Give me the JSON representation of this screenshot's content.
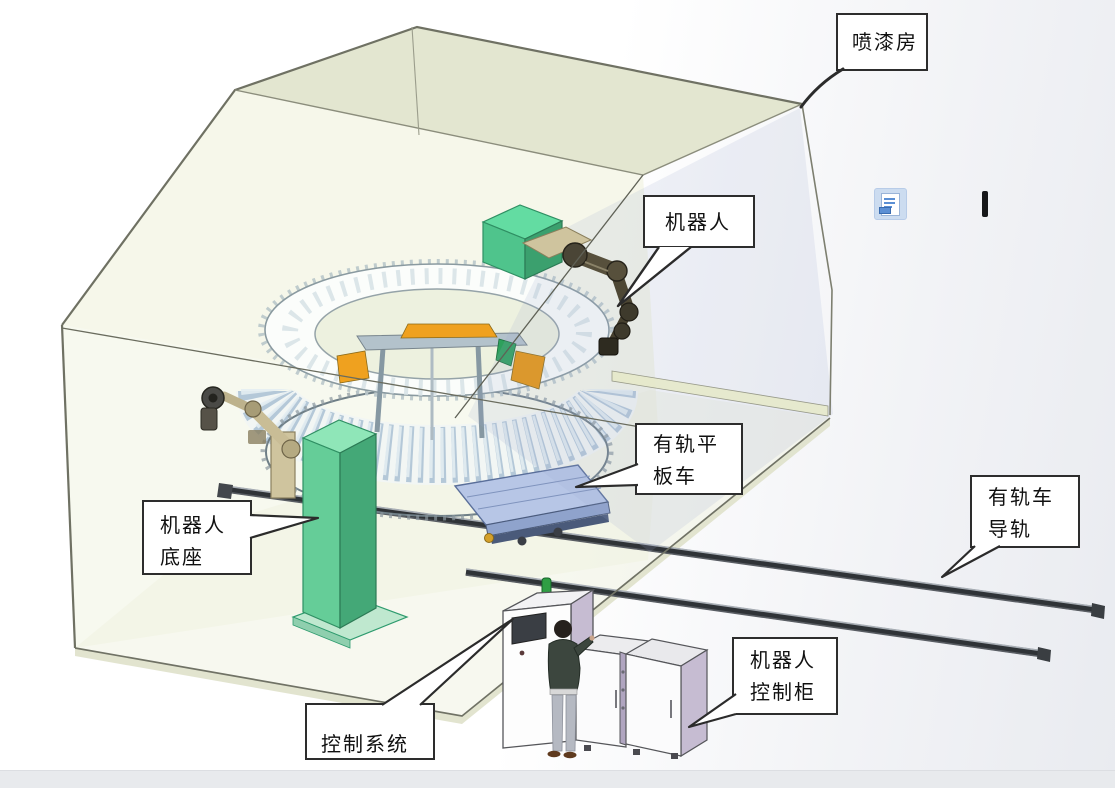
{
  "figure": {
    "type": "3d-cad-illustration",
    "subject": "robotic spray painting cell"
  },
  "callouts": [
    {
      "id": "spray-booth",
      "lines": [
        "喷漆房"
      ]
    },
    {
      "id": "robot",
      "lines": [
        "机器人"
      ]
    },
    {
      "id": "rail-flatbed-car",
      "lines": [
        "有轨平",
        "板车"
      ]
    },
    {
      "id": "railcar-guide-rail",
      "lines": [
        "有轨车",
        "导轨"
      ]
    },
    {
      "id": "robot-base",
      "lines": [
        "机器人",
        "底座"
      ]
    },
    {
      "id": "control-system",
      "lines": [
        "控制系统"
      ]
    },
    {
      "id": "robot-control-cabinet",
      "lines": [
        "机器人",
        "控制柜"
      ]
    }
  ],
  "word_ui": {
    "paste_options_icon": "paste-options-icon",
    "dropdown_icon": "chevron-down-icon",
    "text_cursor": "text-cursor"
  },
  "colors": {
    "booth_wall": "#eef1da",
    "pillar_green": "#65cd98",
    "ring_orange": "#efa11f",
    "rail_dark": "#2f3337",
    "cabinet_lavender": "#c6bcd2",
    "car_blue": "#b7c6e6",
    "paste_icon_blue": "#ccdcf0"
  }
}
